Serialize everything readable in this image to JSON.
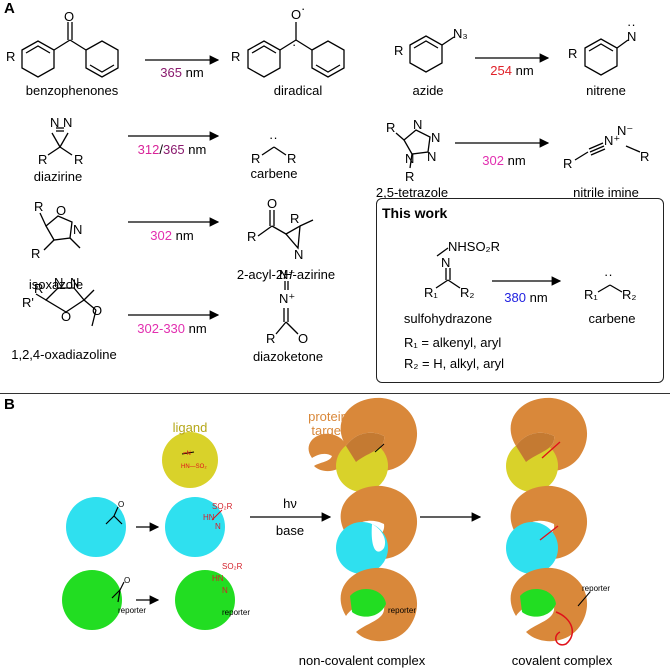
{
  "panels": {
    "a": "A",
    "b": "B"
  },
  "colors": {
    "wl_365": "#8a1a6e",
    "wl_254": "#e0222a",
    "wl_312": "#d9259a",
    "wl_302": "#e22fb0",
    "wl_380": "#1e1ee0",
    "ligand_yellow": "#d9d22a",
    "ligand_cyan": "#2fe0ef",
    "ligand_green": "#22dd22",
    "protein": "#d9883a",
    "bond_red": "#e0101a"
  },
  "panel_a": {
    "r1": {
      "benzophenones": "benzophenones",
      "wl_365": "365",
      "unit_1": "nm",
      "diradical": "diradical",
      "azide": "azide",
      "wl_254": "254",
      "unit_2": "nm",
      "nitrene": "nitrene"
    },
    "r2": {
      "diazirine": "diazirine",
      "wl_312": "312",
      "slash": "/",
      "wl_365": "365",
      "unit": "nm",
      "carbene": "carbene",
      "tetrazole": "2,5-tetrazole",
      "wl_302": "302",
      "unit_2": "nm",
      "nitrile_imine": "nitrile imine"
    },
    "r3": {
      "isoxazole": "isoxazole",
      "wl_302": "302",
      "unit": "nm",
      "azirine_1": "2-acyl-2",
      "azirine_h": "H",
      "azirine_2": "-azirine"
    },
    "r4": {
      "oxadiazoline": "1,2,4-oxadiazoline",
      "wl": "302-330",
      "unit": "nm",
      "diazoketone": "diazoketone"
    },
    "this_work": {
      "title": "This work",
      "wl_380": "380",
      "unit": "nm",
      "sulfohydrazone": "sulfohydrazone",
      "carbene": "carbene",
      "r1_def": "R₁ = alkenyl, aryl",
      "r2_def": "R₂ = H, alkyl, aryl"
    },
    "atoms": {
      "R": "R",
      "Rp": "R'",
      "O": "O",
      "N": "N",
      "N3": "N₃",
      "N_plus": "N⁺",
      "N_minus": "N⁻",
      "R1": "R₁",
      "R2": "R₂",
      "NHSO2R": "NHSO₂R",
      "dots": "··",
      "dot": "·"
    }
  },
  "panel_b": {
    "ligand": "ligand",
    "protein_1": "protein",
    "protein_2": "target",
    "hv": "hν",
    "base": "base",
    "non_covalent": "non-covalent complex",
    "covalent": "covalent complex",
    "reporter": "reporter",
    "so2r": "SO₂R",
    "hn": "HN",
    "n": "N",
    "hn_dash": "HN—SO₂",
    "n_eq": "=N",
    "o": "O"
  }
}
